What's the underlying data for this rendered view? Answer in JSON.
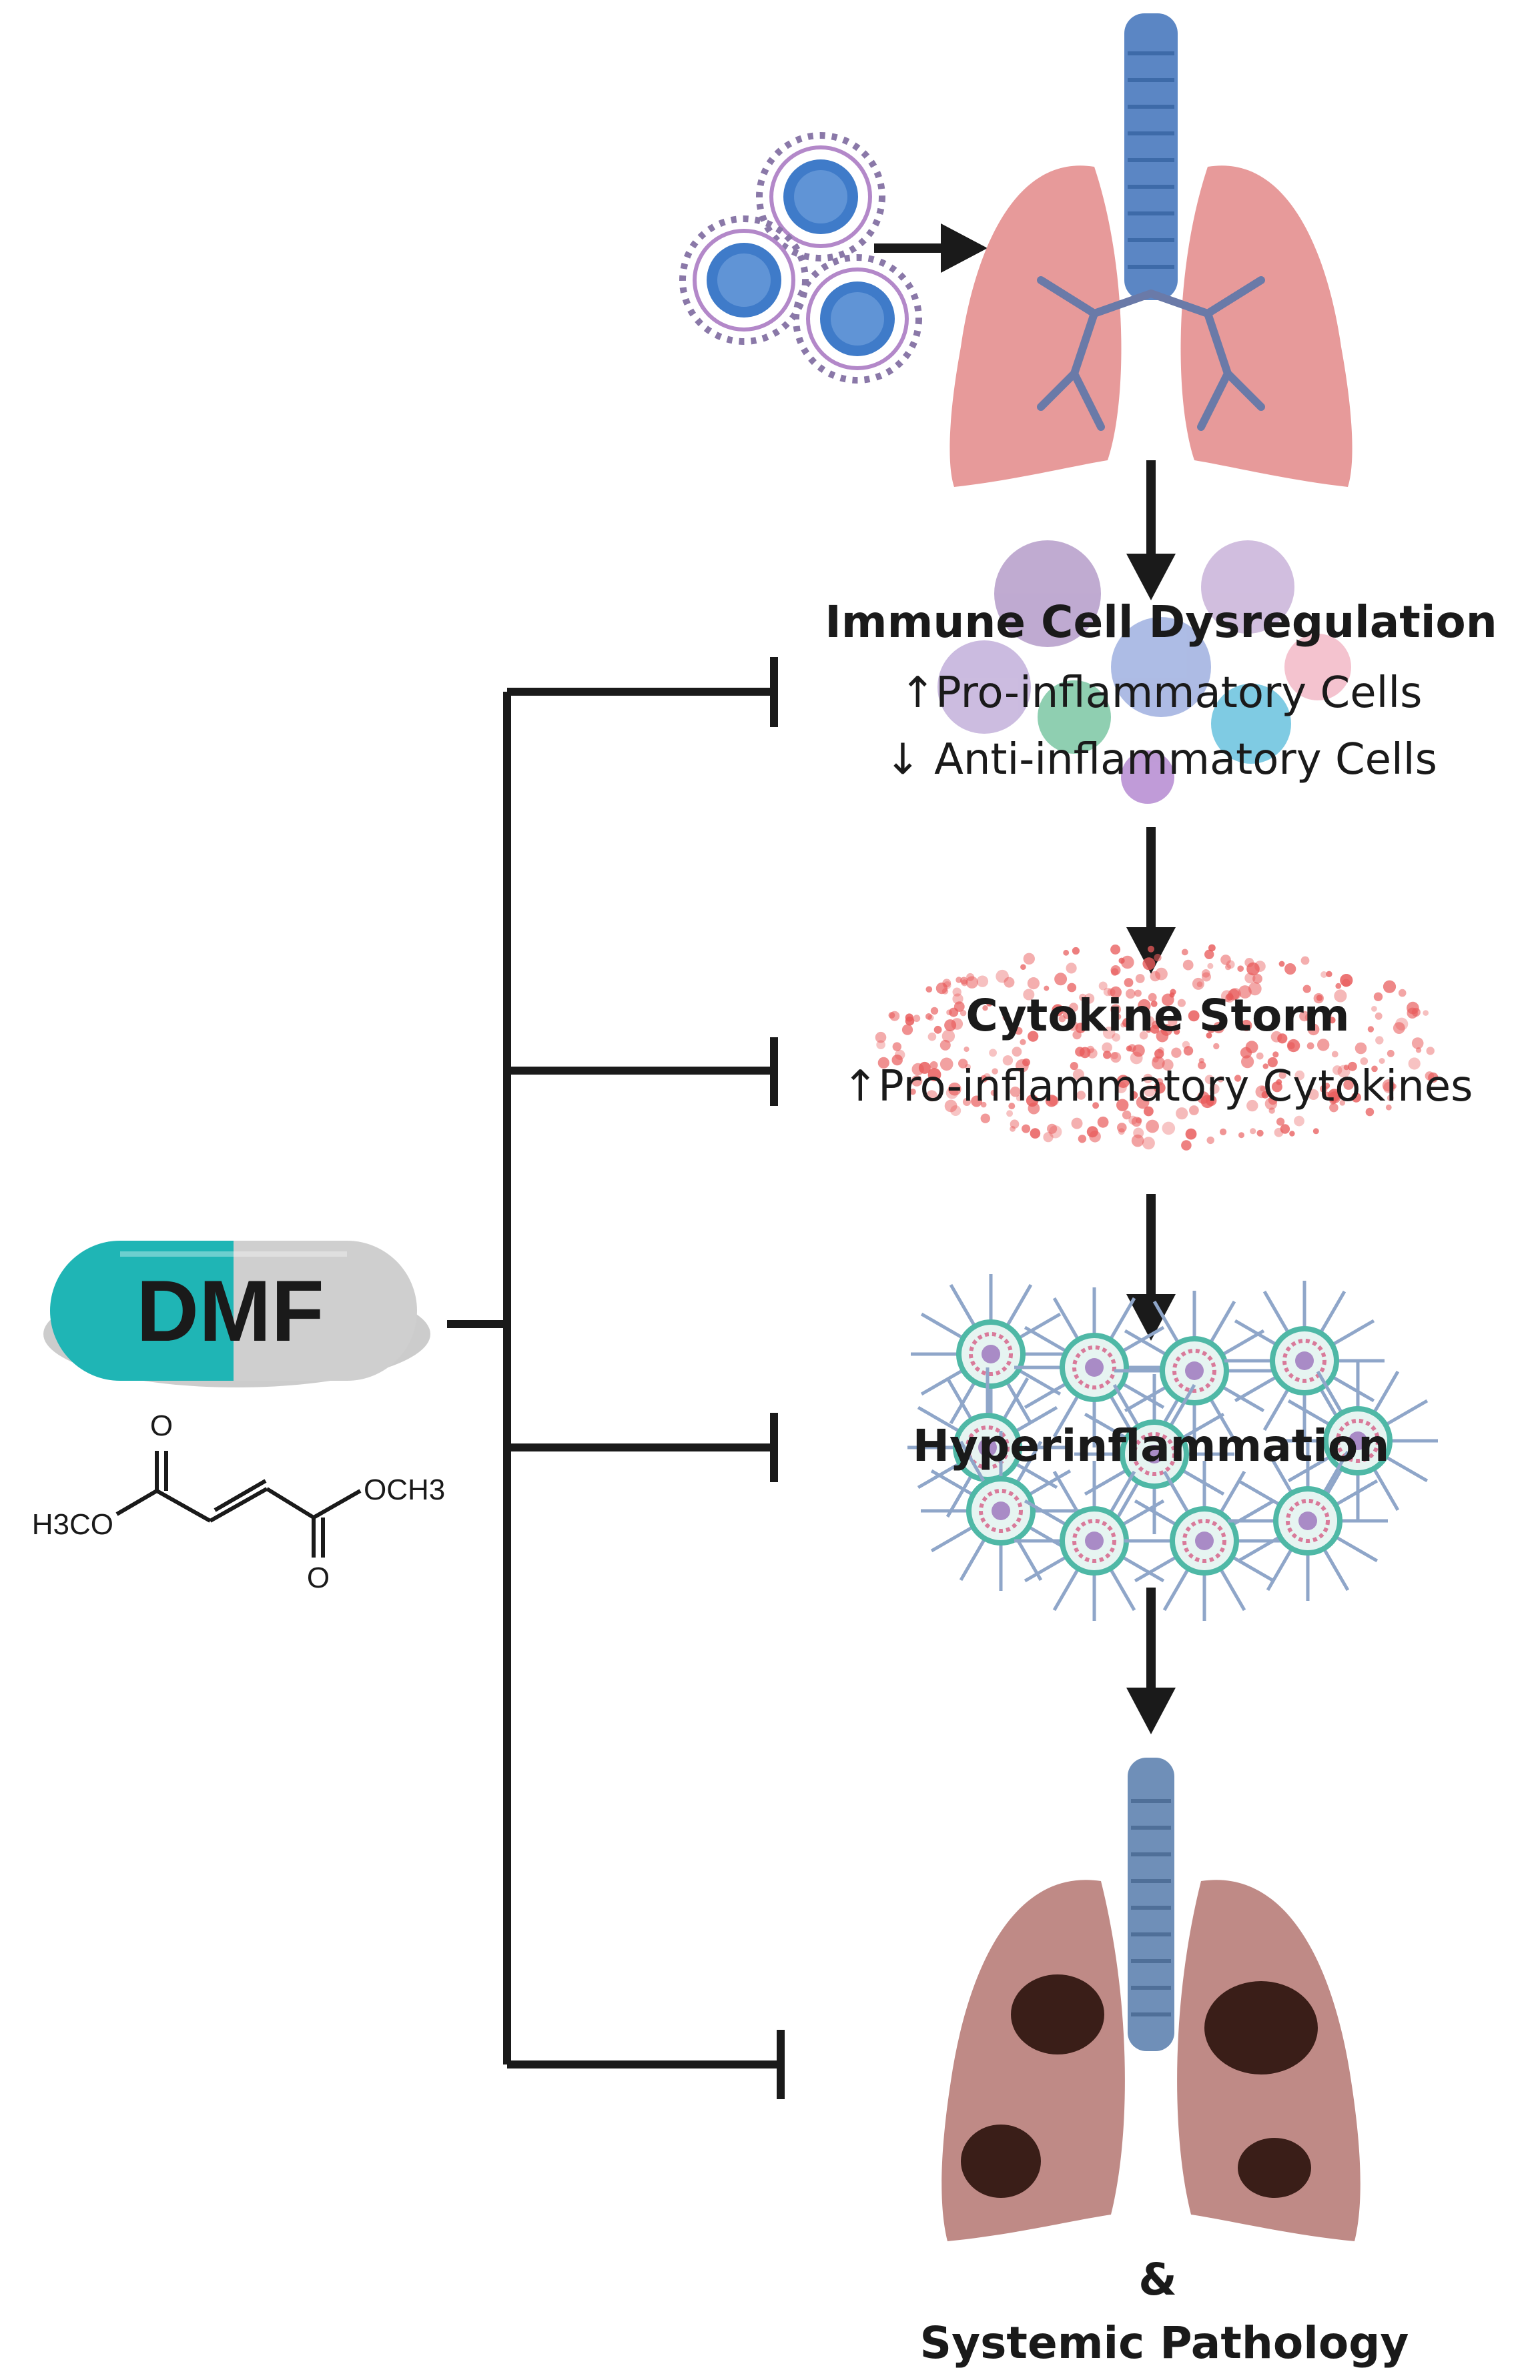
{
  "colors": {
    "lung_healthy": "#e79a9a",
    "lung_damaged": "#bf8a86",
    "trachea": "#5b86c4",
    "virus": "#3f7bc9",
    "capsule_teal": "#1fb5b5",
    "capsule_grey": "#cfcfcf",
    "cytokine_dot": "#e85a5a",
    "lesion": "#3a1e18"
  },
  "drug": {
    "label": "DMF",
    "formula": {
      "left_group": "H3CO",
      "right_group": "OCH3",
      "top_oxygen": "O",
      "bottom_oxygen": "O"
    }
  },
  "stages": {
    "immune": {
      "title": "Immune Cell Dysregulation",
      "line1": "↑Pro-inflammatory Cells",
      "line2": "↓ Anti-inflammatory Cells"
    },
    "cytokine": {
      "title": "Cytokine Storm",
      "line1": "↑Pro-inflammatory Cytokines"
    },
    "hyper": {
      "title": "Hyperinflammation"
    },
    "outcome": {
      "ampersand": "&",
      "title": "Systemic Pathology"
    }
  },
  "icons": [
    "virus-icon",
    "healthy-lungs-icon",
    "immune-cells-icon",
    "cytokine-cloud-icon",
    "inflamed-cells-icon",
    "damaged-lungs-icon",
    "capsule-icon",
    "dimethyl-fumarate-structure"
  ]
}
